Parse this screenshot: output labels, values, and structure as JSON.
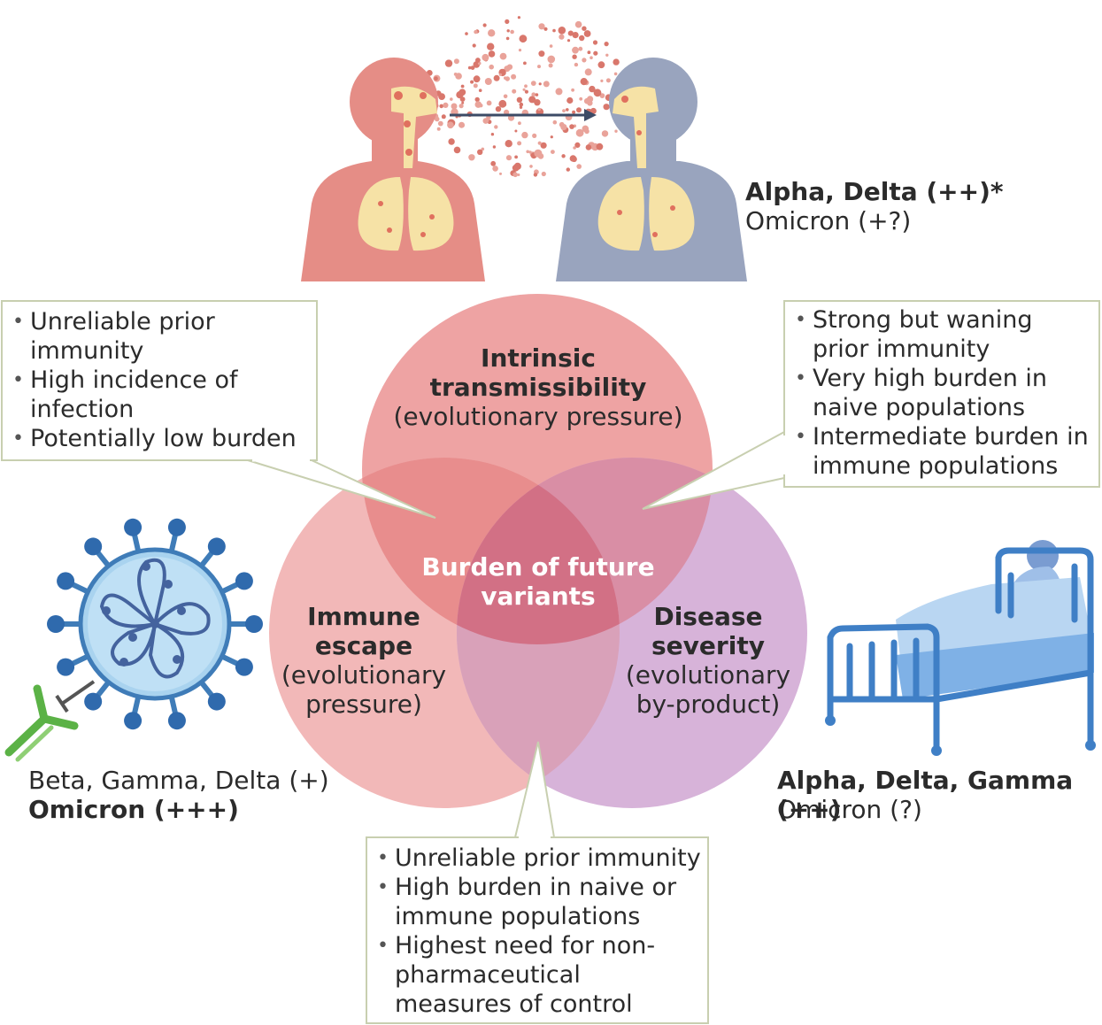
{
  "top_variants": {
    "bold": "Alpha, Delta (++)*",
    "normal": "Omicron (+?)"
  },
  "left_variants": {
    "normal": "Beta, Gamma, Delta (+)",
    "bold": "Omicron (+++)"
  },
  "right_variants": {
    "bold": "Alpha, Delta, Gamma (++)",
    "normal": "Omicron (?)"
  },
  "circles": {
    "top": {
      "title_line1": "Intrinsic",
      "title_line2": "transmissibility",
      "subtitle": "(evolutionary pressure)",
      "color": "#eea3a3"
    },
    "left": {
      "title_line1": "Immune",
      "title_line2": "escape",
      "subtitle_line1": "(evolutionary",
      "subtitle_line2": "pressure)",
      "color": "#f2b8b8"
    },
    "right": {
      "title_line1": "Disease",
      "title_line2": "severity",
      "subtitle_line1": "(evolutionary",
      "subtitle_line2": "by-product)",
      "color": "#d7b3d9"
    }
  },
  "center": {
    "line1": "Burden of future",
    "line2": "variants"
  },
  "boxes": {
    "top_left": [
      "Unreliable prior immunity",
      "High incidence of infection",
      "Potentially low burden"
    ],
    "top_right": [
      "Strong but waning prior immunity",
      "Very high burden in naive populations",
      "Intermediate burden in immune populations"
    ],
    "bottom": [
      "Unreliable prior immunity",
      "High burden in naive or immune populations",
      "Highest need for non-pharmaceutical measures of control"
    ]
  }
}
